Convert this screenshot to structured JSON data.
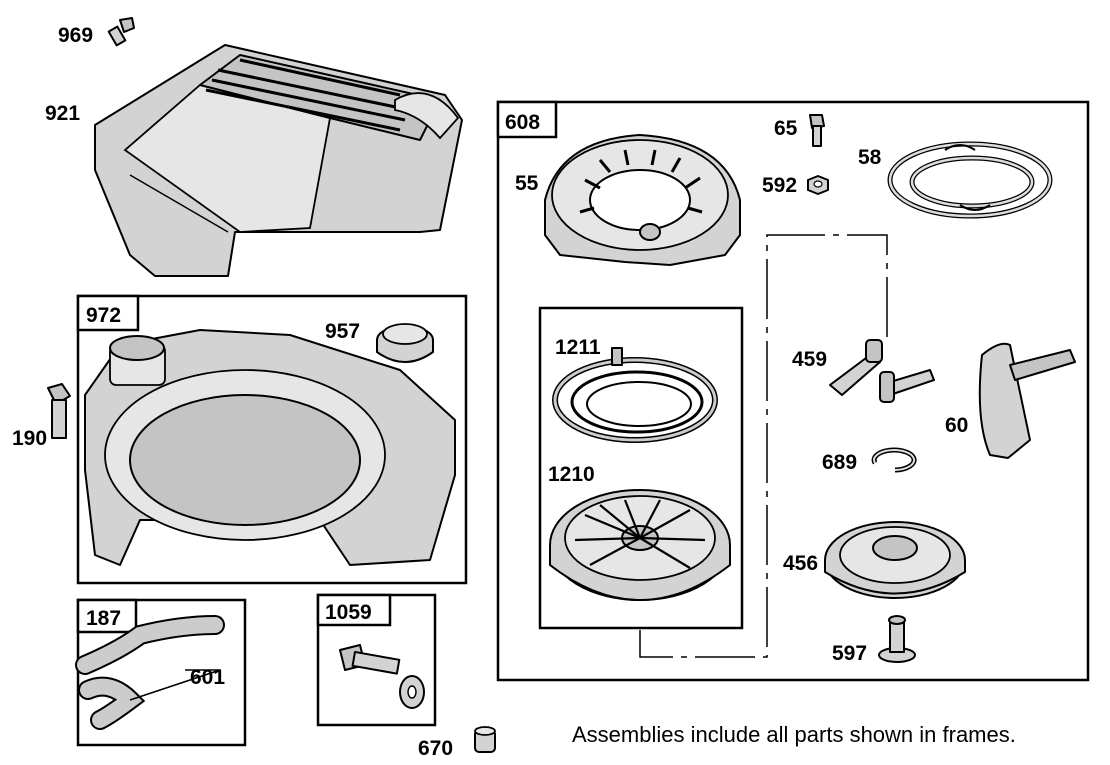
{
  "parts": {
    "p969": "969",
    "p921": "921",
    "p190": "190",
    "p972": "972",
    "p957": "957",
    "p187": "187",
    "p601": "601",
    "p1059": "1059",
    "p670": "670",
    "p608": "608",
    "p65": "65",
    "p58": "58",
    "p55": "55",
    "p592": "592",
    "p1211": "1211",
    "p1210": "1210",
    "p459": "459",
    "p60": "60",
    "p689": "689",
    "p456": "456",
    "p597": "597"
  },
  "note": "Assemblies include all parts shown in frames."
}
